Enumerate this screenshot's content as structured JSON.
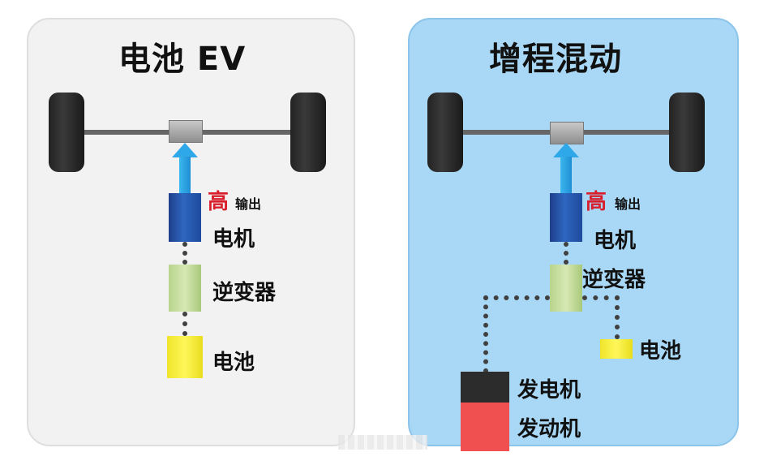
{
  "left_panel": {
    "title": "电池 EV",
    "labels": {
      "high": "高",
      "output": "输出",
      "motor": "电机",
      "inverter": "逆变器",
      "battery": "电池"
    },
    "colors": {
      "background": "#f2f2f2",
      "motor": "#2e66c0",
      "inverter": "#c4de9a",
      "battery": "#f7ee3a",
      "arrow": "#2ea8e8",
      "high_text": "#d81e2b"
    }
  },
  "right_panel": {
    "title": "增程混动",
    "labels": {
      "high": "高",
      "output": "输出",
      "motor": "电机",
      "inverter": "逆变器",
      "battery": "电池",
      "generator": "发电机",
      "engine": "发动机"
    },
    "colors": {
      "background": "#a9d8f6",
      "generator": "#2c2c2c",
      "engine": "#f05050"
    }
  }
}
